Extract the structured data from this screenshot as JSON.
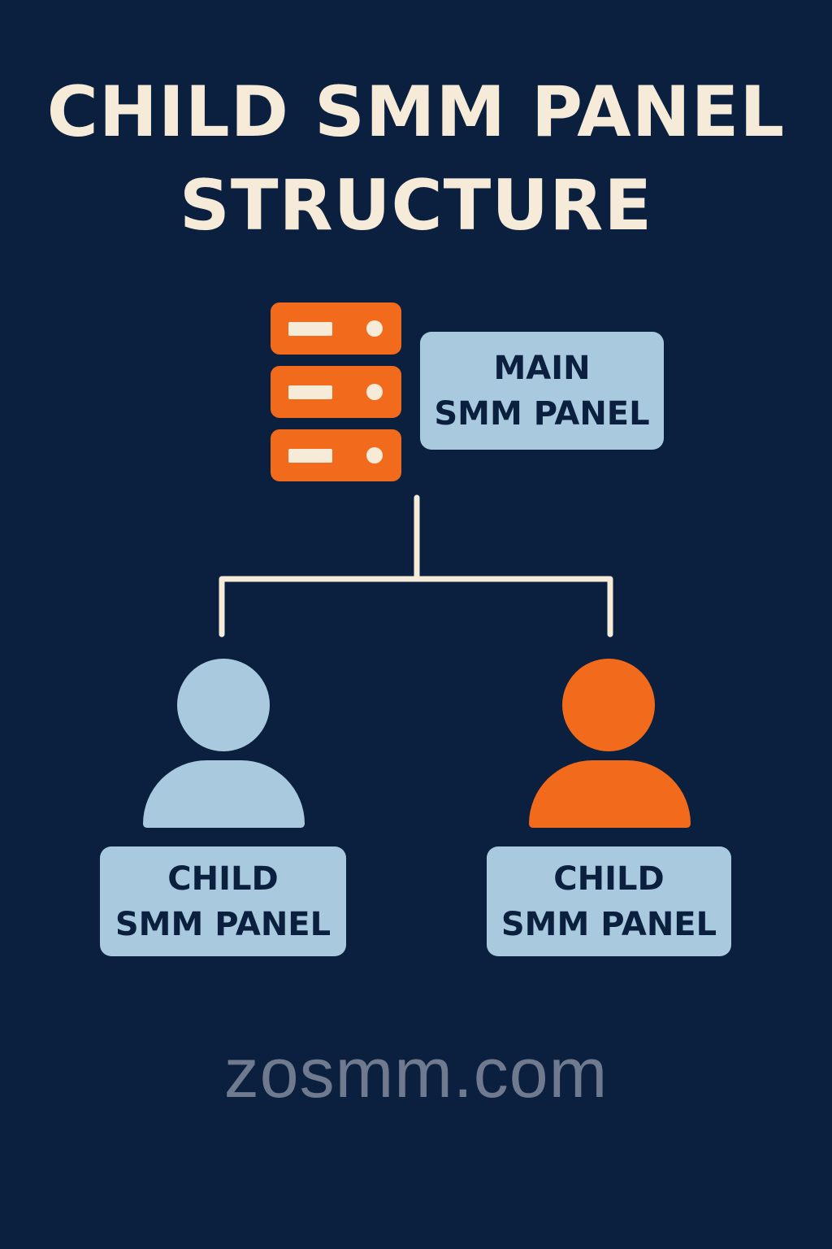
{
  "title": {
    "line1": "CHILD SMM PANEL",
    "line2": "STRUCTURE"
  },
  "main_panel": {
    "icon": "server-stack-icon",
    "label_line1": "MAIN",
    "label_line2": "SMM PANEL"
  },
  "children": [
    {
      "icon": "person-icon",
      "color": "#a9cade",
      "label_line1": "CHILD",
      "label_line2": "SMM PANEL"
    },
    {
      "icon": "person-icon",
      "color": "#f26a1b",
      "label_line1": "CHILD",
      "label_line2": "SMM PANEL"
    }
  ],
  "footer": {
    "domain": "zosmm.com"
  },
  "colors": {
    "background": "#0b1f3e",
    "accent_orange": "#f26a1b",
    "light_blue": "#a9cade",
    "cream": "#f6ead8",
    "gray": "#6f7a8e"
  }
}
